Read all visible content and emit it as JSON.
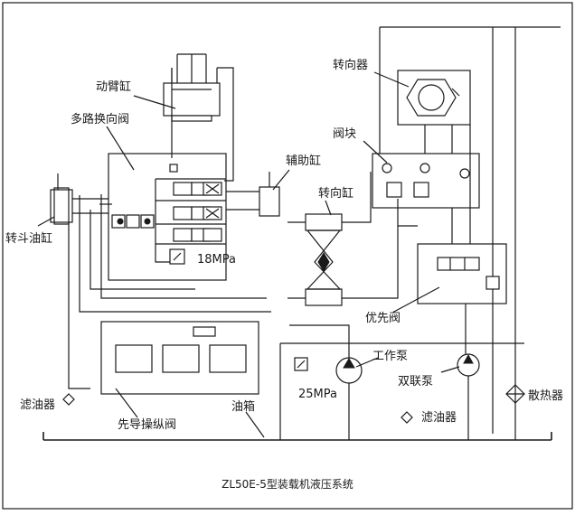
{
  "labels": {
    "boom_cylinder": "动臂缸",
    "multi_valve": "多路换向阀",
    "bucket_cylinder": "转斗油缸",
    "aux_cylinder": "辅助缸",
    "steering_cylinder": "转向缸",
    "steering_unit": "转向器",
    "valve_block": "阀块",
    "priority_valve": "优先阀",
    "pressure_18": "18MPa",
    "pressure_25": "25MPa",
    "work_pump": "工作泵",
    "double_pump": "双联泵",
    "filter_left": "滤油器",
    "filter_right": "滤油器",
    "pilot_valve": "先导操纵阀",
    "tank": "油箱",
    "radiator": "散热器"
  },
  "caption": "ZL50E-5型装载机液压系统"
}
